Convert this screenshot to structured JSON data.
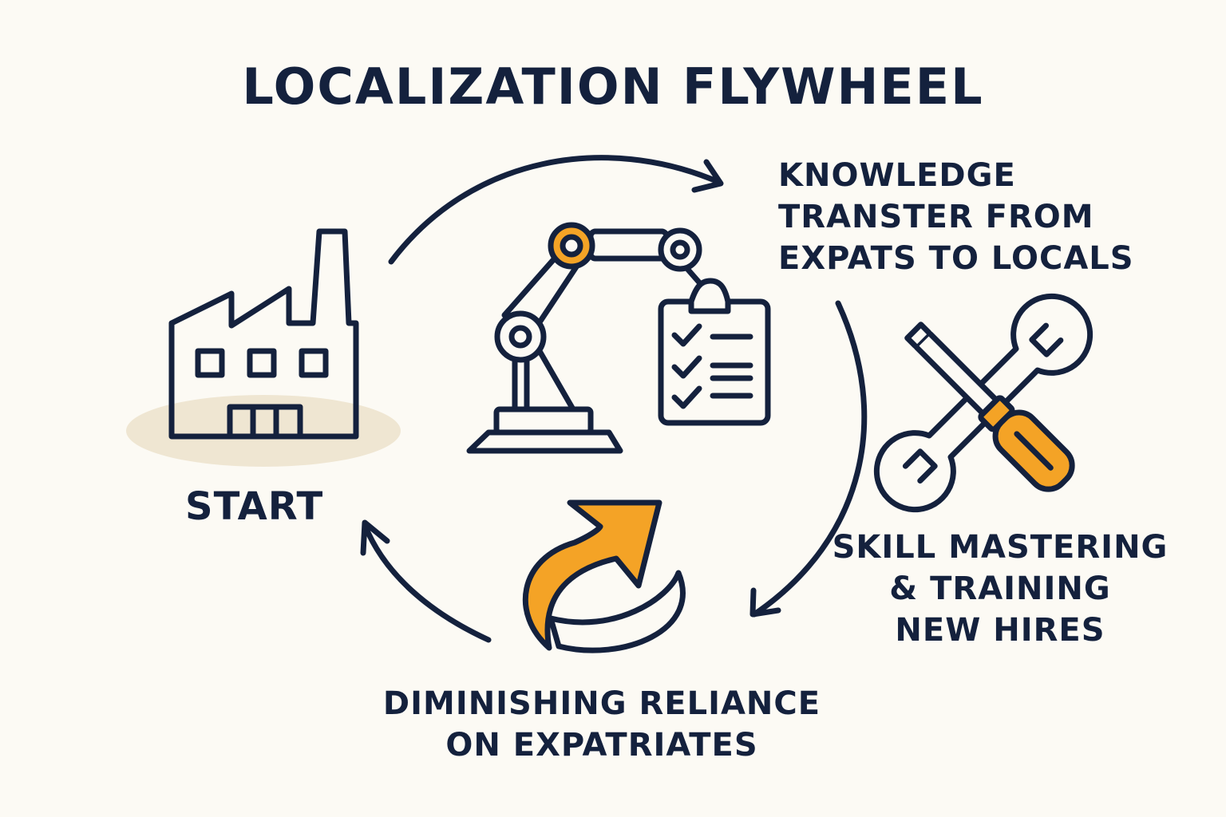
{
  "title": "LOCALIZATION FLYWHEEL",
  "stages": {
    "start": "START",
    "knowledge_transfer": [
      "KNOWLEDGE",
      "TRANSTER FROM",
      "EXPATS TO LOCALS"
    ],
    "skill_mastering": [
      "SKILL MASTERING",
      "& TRAINING",
      "NEW HIRES"
    ],
    "diminishing_reliance": [
      "DIMINISHING RELIANCE",
      "ON EXPATRIATES"
    ]
  },
  "icons": {
    "start": "factory-icon",
    "center": "robotic-arm-icon",
    "checklist": "clipboard-checklist-icon",
    "skills": "wrench-screwdriver-icon",
    "reliance": "curved-arrow-icon"
  },
  "colors": {
    "background": "#fcfaf4",
    "ink": "#14213d",
    "accent": "#f4a326",
    "shadow": "#efe6d2"
  }
}
